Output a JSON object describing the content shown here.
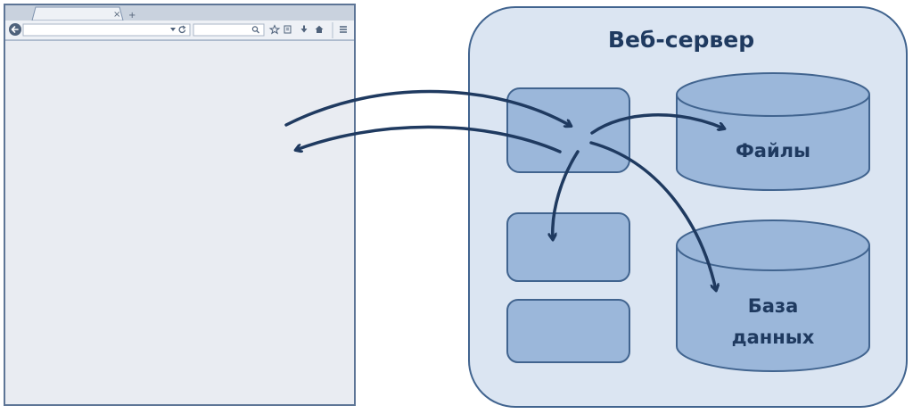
{
  "browser": {
    "tab_close_glyph": "×",
    "tab_new_glyph": "+",
    "url_value": "",
    "search_value": "",
    "icons": [
      "back-icon",
      "dropdown-icon",
      "reload-icon",
      "search-icon",
      "bookmark-star-icon",
      "reading-list-icon",
      "download-icon",
      "home-icon",
      "menu-icon"
    ]
  },
  "server": {
    "title": "Веб-сервер",
    "files_label": "Файлы",
    "database_label_line1": "База",
    "database_label_line2": "данных"
  },
  "colors": {
    "server_fill": "#dbe5f2",
    "box_fill": "#9bb7da",
    "outline": "#41648f",
    "arrow": "#1f3a60",
    "browser_content": "#e9ecf2"
  }
}
